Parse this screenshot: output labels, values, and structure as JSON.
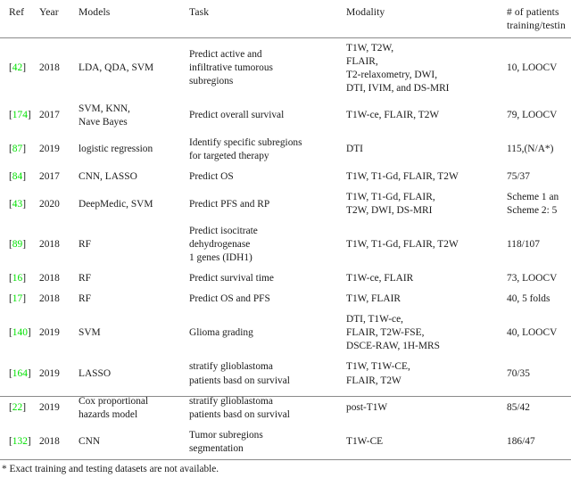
{
  "table": {
    "headers": {
      "ref": "Ref",
      "year": "Year",
      "models": "Models",
      "task": "Task",
      "modality": "Modality",
      "patients_line1": "# of patients",
      "patients_line2": "training/testing"
    },
    "rows": [
      {
        "ref_open": "[",
        "ref_num": "42",
        "ref_close": "]",
        "year": "2018",
        "models": [
          "LDA, QDA, SVM"
        ],
        "task": [
          "Predict active and",
          "infiltrative tumorous",
          "subregions"
        ],
        "modality": [
          "T1W, T2W,",
          "FLAIR,",
          "T2-relaxometry, DWI,",
          "DTI, IVIM, and DS-MRI"
        ],
        "patients": [
          "10, LOOCV"
        ]
      },
      {
        "ref_open": "[",
        "ref_num": "174",
        "ref_close": "]",
        "year": "2017",
        "models": [
          "SVM, KNN,",
          "Nave Bayes"
        ],
        "task": [
          "Predict overall survival"
        ],
        "modality": [
          "T1W-ce, FLAIR, T2W"
        ],
        "patients": [
          "79, LOOCV"
        ]
      },
      {
        "ref_open": "[",
        "ref_num": "87",
        "ref_close": "]",
        "year": "2019",
        "models": [
          "logistic regression"
        ],
        "task": [
          "Identify specific subregions",
          "for targeted therapy"
        ],
        "modality": [
          "DTI"
        ],
        "patients": [
          "115,(N/A*)"
        ]
      },
      {
        "ref_open": "[",
        "ref_num": "84",
        "ref_close": "]",
        "year": "2017",
        "models": [
          "CNN, LASSO"
        ],
        "task": [
          "Predict OS"
        ],
        "modality": [
          "T1W, T1-Gd, FLAIR, T2W"
        ],
        "patients": [
          "75/37"
        ]
      },
      {
        "ref_open": "[",
        "ref_num": "43",
        "ref_close": "]",
        "year": "2020",
        "models": [
          "DeepMedic, SVM"
        ],
        "task": [
          "Predict PFS and RP"
        ],
        "modality": [
          "T1W, T1-Gd, FLAIR,",
          "T2W, DWI, DS-MRI"
        ],
        "patients": [
          "Scheme 1 an",
          "Scheme 2: 5"
        ]
      },
      {
        "ref_open": "[",
        "ref_num": "89",
        "ref_close": "]",
        "year": "2018",
        "models": [
          "RF"
        ],
        "task": [
          "Predict isocitrate",
          "dehydrogenase",
          "1 genes (IDH1)"
        ],
        "modality": [
          "T1W, T1-Gd, FLAIR, T2W"
        ],
        "patients": [
          "118/107"
        ]
      },
      {
        "ref_open": "[",
        "ref_num": "16",
        "ref_close": "]",
        "year": "2018",
        "models": [
          "RF"
        ],
        "task": [
          "Predict survival time"
        ],
        "modality": [
          "T1W-ce, FLAIR"
        ],
        "patients": [
          "73, LOOCV"
        ]
      },
      {
        "ref_open": "[",
        "ref_num": "17",
        "ref_close": "]",
        "year": "2018",
        "models": [
          "RF"
        ],
        "task": [
          "Predict OS and PFS"
        ],
        "modality": [
          "T1W, FLAIR"
        ],
        "patients": [
          "40, 5 folds"
        ]
      },
      {
        "ref_open": "[",
        "ref_num": "140",
        "ref_close": "]",
        "year": "2019",
        "models": [
          "SVM"
        ],
        "task": [
          "Glioma grading"
        ],
        "modality": [
          "DTI, T1W-ce,",
          "FLAIR, T2W-FSE,",
          "DSCE-RAW, 1H-MRS"
        ],
        "patients": [
          "40, LOOCV"
        ]
      },
      {
        "ref_open": "[",
        "ref_num": "164",
        "ref_close": "]",
        "year": "2019",
        "models": [
          "LASSO"
        ],
        "task": [
          "stratify glioblastoma",
          "patients basd on survival"
        ],
        "modality": [
          "T1W, T1W-CE,",
          "FLAIR, T2W"
        ],
        "patients": [
          "70/35"
        ]
      },
      {
        "ref_open": "[",
        "ref_num": "22",
        "ref_close": "]",
        "year": "2019",
        "models": [
          "Cox proportional",
          "hazards model"
        ],
        "task": [
          "stratify glioblastoma",
          "patients basd on survival"
        ],
        "modality": [
          "post-T1W"
        ],
        "patients": [
          "85/42"
        ]
      },
      {
        "ref_open": "[",
        "ref_num": "132",
        "ref_close": "]",
        "year": "2018",
        "models": [
          "CNN"
        ],
        "task": [
          "Tumor subregions",
          "segmentation"
        ],
        "modality": [
          "T1W-CE"
        ],
        "patients": [
          "186/47"
        ]
      }
    ],
    "footnote": "* Exact training and testing datasets are not available."
  },
  "colors": {
    "citation_green": "#00e000",
    "rule_gray": "#8a8a8a",
    "text": "#1a1a1a"
  }
}
